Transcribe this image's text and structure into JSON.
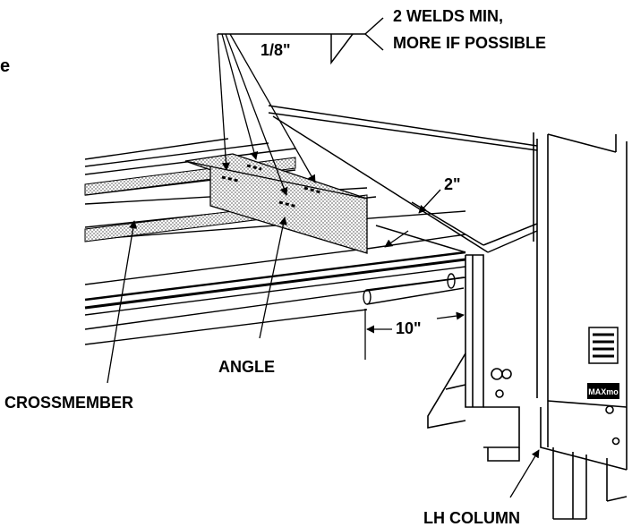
{
  "labels": {
    "weld_size": "1/8\"",
    "weld_note_line1": "2 WELDS MIN,",
    "weld_note_line2": "MORE IF POSSIBLE",
    "gap_dimension": "2\"",
    "offset_dimension": "10\"",
    "angle": "ANGLE",
    "crossmember": "CROSSMEMBER",
    "lh_column": "LH COLUMN",
    "edge_fragment": "e",
    "badge": "MAXmo"
  },
  "colors": {
    "ink": "#000000",
    "paper": "#ffffff",
    "stipple": "#9a9a9a"
  }
}
